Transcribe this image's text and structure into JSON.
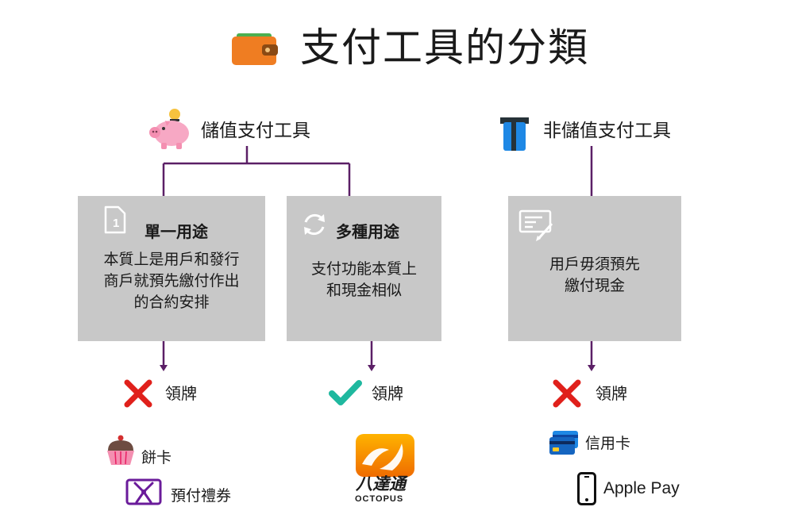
{
  "title": "支付工具的分類",
  "stored_value": {
    "label": "儲值支付工具",
    "single_purpose": {
      "title": "單一用途",
      "desc": "本質上是用戶和發行\n商戶就預先繳付作出\n的合約安排",
      "verdict": "領牌",
      "licensed": false,
      "examples": [
        "餅卡",
        "預付禮券"
      ]
    },
    "multi_purpose": {
      "title": "多種用途",
      "desc": "支付功能本質上\n和現金相似",
      "verdict": "領牌",
      "licensed": true,
      "examples": [
        "八達通",
        "OCTOPUS"
      ]
    }
  },
  "non_stored_value": {
    "label": "非儲值支付工具",
    "desc": "用戶毋須預先\n繳付現金",
    "verdict": "領牌",
    "licensed": false,
    "examples": [
      "信用卡",
      "Apple Pay"
    ]
  },
  "colors": {
    "connector": "#5b1f66",
    "box": "#c8c8c8",
    "cross": "#e0201b",
    "check": "#1fb89f"
  }
}
